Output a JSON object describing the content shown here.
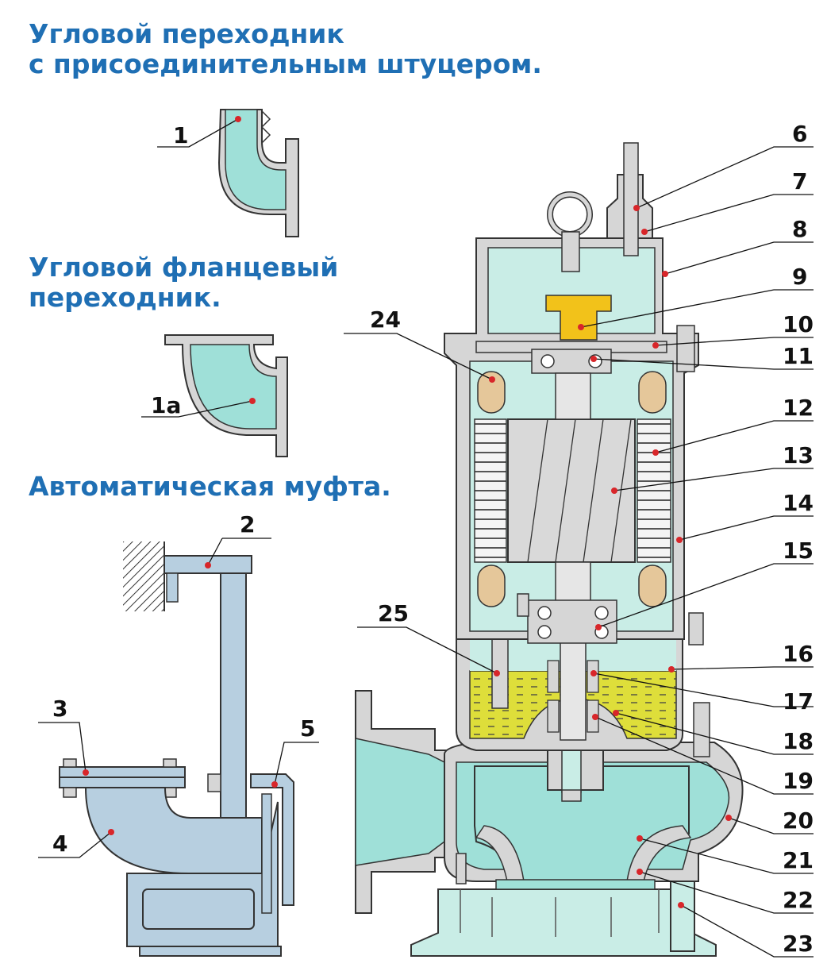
{
  "titles": {
    "t1_line1": "Угловой переходник",
    "t1_line2": "с присоединительным штуцером.",
    "t2_line1": "Угловой фланцевый",
    "t2_line2": "переходник.",
    "t3": "Автоматическая муфта."
  },
  "labels": {
    "n1": "1",
    "n1a": "1a",
    "n2": "2",
    "n3": "3",
    "n4": "4",
    "n5": "5",
    "n6": "6",
    "n7": "7",
    "n8": "8",
    "n9": "9",
    "n10": "10",
    "n11": "11",
    "n12": "12",
    "n13": "13",
    "n14": "14",
    "n15": "15",
    "n16": "16",
    "n17": "17",
    "n18": "18",
    "n19": "19",
    "n20": "20",
    "n21": "21",
    "n22": "22",
    "n23": "23",
    "n24": "24",
    "n25": "25"
  },
  "colors": {
    "title": "#1f6fb4",
    "water": "#9fe0d8",
    "housing": "#c9ede6",
    "metal": "#d6d6d6",
    "oil": "#dede3a",
    "winding": "#e5c79a",
    "coupling": "#b7cfe0",
    "bracket_yellow": "#f2c21a",
    "marker": "#d8262a"
  }
}
